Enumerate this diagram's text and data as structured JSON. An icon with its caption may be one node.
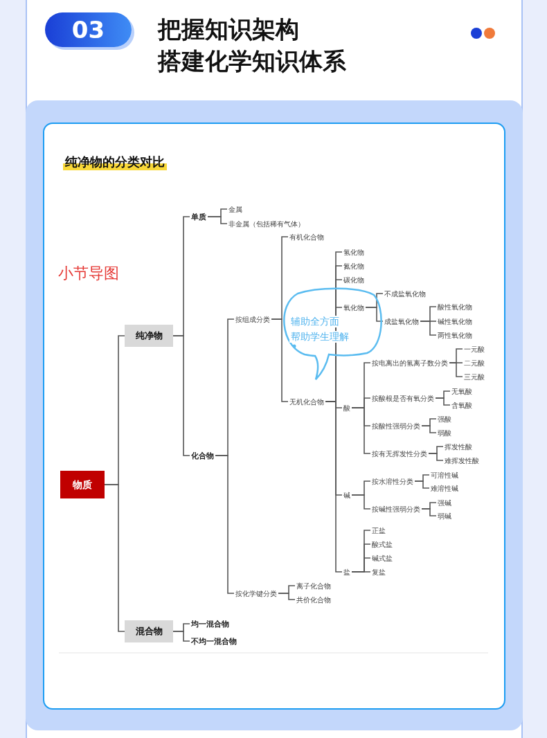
{
  "diagram": {
    "title": "纯净物的分类对比",
    "nodes": [
      {
        "text": [
          "物质"
        ]
      },
      {
        "text": [
          "纯净物"
        ]
      },
      {
        "text": [
          "单质"
        ]
      },
      {
        "text": [
          "金属"
        ]
      },
      {
        "text": [
          "非金属（包括稀有气体）"
        ]
      },
      {
        "text": [
          "化合物"
        ]
      },
      {
        "text": [
          "按组成分类"
        ]
      },
      {
        "text": [
          "有机化合物"
        ]
      },
      {
        "text": [
          "无机化合物"
        ]
      },
      {
        "text": [
          "氢化物"
        ]
      },
      {
        "text": [
          "氮化物"
        ]
      },
      {
        "text": [
          "碳化物"
        ]
      },
      {
        "text": [
          "氧化物"
        ]
      },
      {
        "text": [
          "不成盐氧化物"
        ]
      },
      {
        "text": [
          "成盐氧化物"
        ]
      },
      {
        "text": [
          "酸性氧化物"
        ]
      },
      {
        "text": [
          "碱性氧化物"
        ]
      },
      {
        "text": [
          "两性氧化物"
        ]
      },
      {
        "text": [
          "酸"
        ]
      },
      {
        "text": [
          "按电离出的氢离子数分类"
        ]
      },
      {
        "text": [
          "一元酸"
        ]
      },
      {
        "text": [
          "二元酸"
        ]
      },
      {
        "text": [
          "三元酸"
        ]
      },
      {
        "text": [
          "按酸根是否有氧分类"
        ]
      },
      {
        "text": [
          "无氧酸"
        ]
      },
      {
        "text": [
          "含氧酸"
        ]
      },
      {
        "text": [
          "按酸性强弱分类"
        ]
      },
      {
        "text": [
          "强酸"
        ]
      },
      {
        "text": [
          "弱酸"
        ]
      },
      {
        "text": [
          "按有无挥发性分类"
        ]
      },
      {
        "text": [
          "挥发性酸"
        ]
      },
      {
        "text": [
          "难挥发性酸"
        ]
      },
      {
        "text": [
          "碱"
        ]
      },
      {
        "text": [
          "按水溶性分类"
        ]
      },
      {
        "text": [
          "可溶性碱"
        ]
      },
      {
        "text": [
          "难溶性碱"
        ]
      },
      {
        "text": [
          "按碱性强弱分类"
        ]
      },
      {
        "text": [
          "强碱"
        ]
      },
      {
        "text": [
          "弱碱"
        ]
      },
      {
        "text": [
          "盐"
        ]
      },
      {
        "text": [
          "正盐"
        ]
      },
      {
        "text": [
          "酸式盐"
        ]
      },
      {
        "text": [
          "碱式盐"
        ]
      },
      {
        "text": [
          "复盐"
        ]
      },
      {
        "text": [
          "按化学键分类"
        ]
      },
      {
        "text": [
          "离子化合物"
        ]
      },
      {
        "text": [
          "共价化合物"
        ]
      },
      {
        "text": [
          "混合物"
        ]
      },
      {
        "text": [
          "均一混合物"
        ]
      },
      {
        "text": [
          "不均一混合物"
        ]
      }
    ],
    "edges": [
      {
        "from": 0,
        "to": 1,
        "arrow": "none"
      },
      {
        "from": 0,
        "to": 47,
        "arrow": "none"
      },
      {
        "from": 1,
        "to": 2,
        "arrow": "none"
      },
      {
        "from": 1,
        "to": 5,
        "arrow": "none"
      },
      {
        "from": 2,
        "to": 3,
        "arrow": "none"
      },
      {
        "from": 2,
        "to": 4,
        "arrow": "none"
      },
      {
        "from": 5,
        "to": 6,
        "arrow": "none"
      },
      {
        "from": 5,
        "to": 44,
        "arrow": "none"
      },
      {
        "from": 6,
        "to": 7,
        "arrow": "none"
      },
      {
        "from": 6,
        "to": 8,
        "arrow": "none"
      },
      {
        "from": 8,
        "to": 9,
        "arrow": "none"
      },
      {
        "from": 8,
        "to": 10,
        "arrow": "none"
      },
      {
        "from": 8,
        "to": 11,
        "arrow": "none"
      },
      {
        "from": 8,
        "to": 12,
        "arrow": "none"
      },
      {
        "from": 8,
        "to": 18,
        "arrow": "none"
      },
      {
        "from": 8,
        "to": 32,
        "arrow": "none"
      },
      {
        "from": 8,
        "to": 39,
        "arrow": "none"
      },
      {
        "from": 12,
        "to": 13,
        "arrow": "none"
      },
      {
        "from": 12,
        "to": 14,
        "arrow": "none"
      },
      {
        "from": 14,
        "to": 15,
        "arrow": "none"
      },
      {
        "from": 14,
        "to": 16,
        "arrow": "none"
      },
      {
        "from": 14,
        "to": 17,
        "arrow": "none"
      },
      {
        "from": 18,
        "to": 19,
        "arrow": "none"
      },
      {
        "from": 18,
        "to": 23,
        "arrow": "none"
      },
      {
        "from": 18,
        "to": 26,
        "arrow": "none"
      },
      {
        "from": 18,
        "to": 29,
        "arrow": "none"
      },
      {
        "from": 19,
        "to": 20,
        "arrow": "none"
      },
      {
        "from": 19,
        "to": 21,
        "arrow": "none"
      },
      {
        "from": 19,
        "to": 22,
        "arrow": "none"
      },
      {
        "from": 23,
        "to": 24,
        "arrow": "none"
      },
      {
        "from": 23,
        "to": 25,
        "arrow": "none"
      },
      {
        "from": 26,
        "to": 27,
        "arrow": "none"
      },
      {
        "from": 26,
        "to": 28,
        "arrow": "none"
      },
      {
        "from": 29,
        "to": 30,
        "arrow": "none"
      },
      {
        "from": 29,
        "to": 31,
        "arrow": "none"
      },
      {
        "from": 32,
        "to": 33,
        "arrow": "none"
      },
      {
        "from": 32,
        "to": 36,
        "arrow": "none"
      },
      {
        "from": 33,
        "to": 34,
        "arrow": "none"
      },
      {
        "from": 33,
        "to": 35,
        "arrow": "none"
      },
      {
        "from": 36,
        "to": 37,
        "arrow": "none"
      },
      {
        "from": 36,
        "to": 38,
        "arrow": "none"
      },
      {
        "from": 39,
        "to": 40,
        "arrow": "none"
      },
      {
        "from": 39,
        "to": 41,
        "arrow": "none"
      },
      {
        "from": 39,
        "to": 42,
        "arrow": "none"
      },
      {
        "from": 39,
        "to": 43,
        "arrow": "none"
      },
      {
        "from": 44,
        "to": 45,
        "arrow": "none"
      },
      {
        "from": 44,
        "to": 46,
        "arrow": "none"
      },
      {
        "from": 47,
        "to": 48,
        "arrow": "none"
      },
      {
        "from": 47,
        "to": 49,
        "arrow": "none"
      }
    ],
    "labels": [
      "03",
      "把握知识架构",
      "搭建化学知识体系",
      "小节导图",
      "辅助全方面",
      "帮助学生理解"
    ]
  }
}
